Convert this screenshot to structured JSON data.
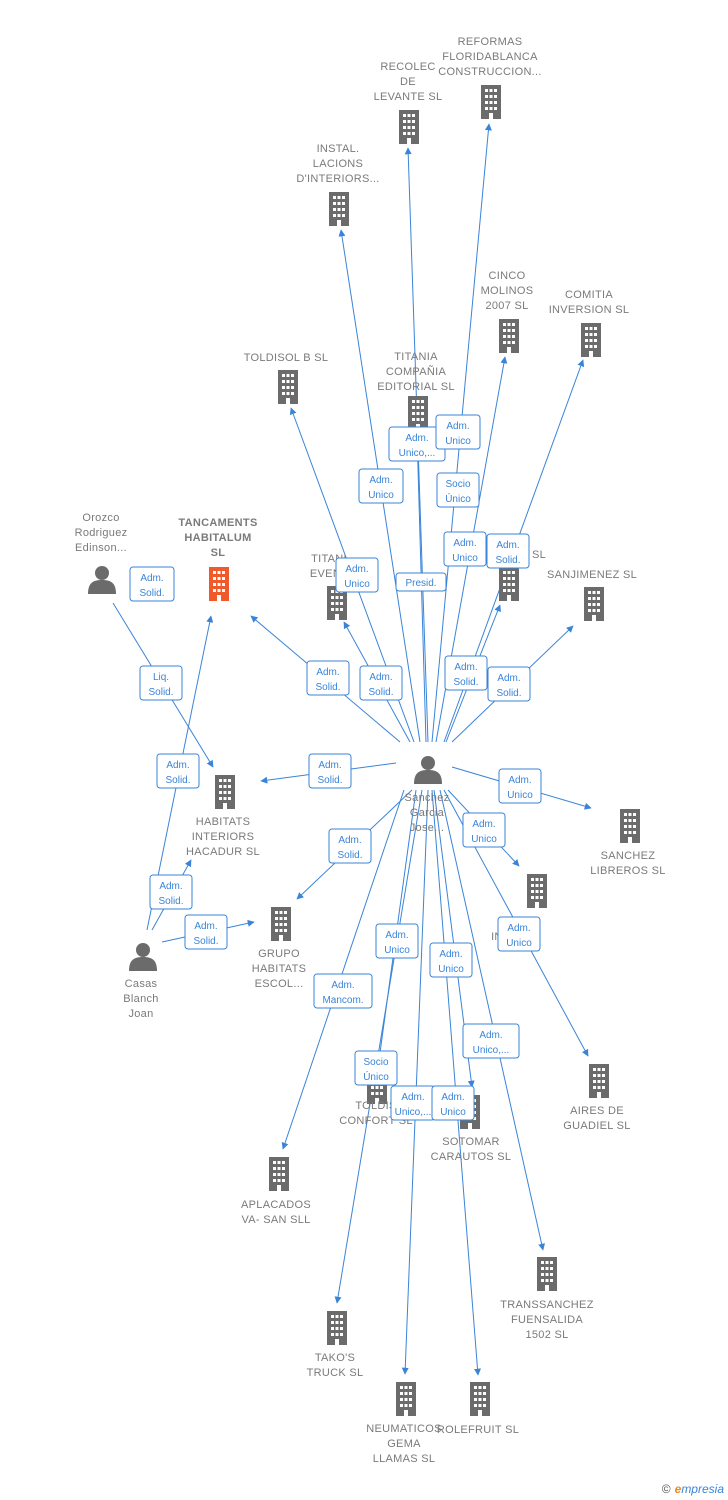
{
  "colors": {
    "edge": "#3a84d8",
    "building": "#6b6b6b",
    "focus_building": "#f2592a",
    "person": "#6b6b6b",
    "label": "#7a7a7a"
  },
  "nodes": [
    {
      "id": "tancaments",
      "type": "company",
      "focus": true,
      "label": [
        "TANCAMENTS",
        "HABITALUM",
        "SL"
      ]
    },
    {
      "id": "sanchez_garcia",
      "type": "person",
      "label": [
        "Sanchez",
        "Garcia",
        "Jose..."
      ]
    },
    {
      "id": "orozco",
      "type": "person",
      "label": [
        "Orozco",
        "Rodriguez",
        "Edinson..."
      ]
    },
    {
      "id": "casas",
      "type": "person",
      "label": [
        "Casas",
        "Blanch",
        "Joan"
      ]
    },
    {
      "id": "reformas",
      "type": "company",
      "label": [
        "REFORMAS",
        "FLORIDABLANCA",
        "CONSTRUCCION..."
      ]
    },
    {
      "id": "recolec",
      "type": "company",
      "label": [
        "RECOLEC",
        "DE",
        "LEVANTE  SL"
      ]
    },
    {
      "id": "instal",
      "type": "company",
      "label": [
        "INSTAL.",
        "LACIONS",
        "D'INTERIORS..."
      ]
    },
    {
      "id": "cinco",
      "type": "company",
      "label": [
        "CINCO",
        "MOLINOS",
        "2007 SL"
      ]
    },
    {
      "id": "comitia",
      "type": "company",
      "label": [
        "COMITIA",
        "INVERSION  SL"
      ]
    },
    {
      "id": "toldisol_b",
      "type": "company",
      "label": [
        "TOLDISOL B SL"
      ]
    },
    {
      "id": "titania_ed",
      "type": "company",
      "label": [
        "TITANIA",
        "COMPAÑIA",
        "EDITORIAL SL"
      ]
    },
    {
      "id": "titania_ev",
      "type": "company",
      "label": [
        "TITANI",
        "EVENT"
      ]
    },
    {
      "id": "anon_sl",
      "type": "company",
      "label": [
        "SL"
      ]
    },
    {
      "id": "sanjimenez",
      "type": "company",
      "label": [
        "SANJIMENEZ SL"
      ]
    },
    {
      "id": "habitats_int",
      "type": "company",
      "label": [
        "HABITATS",
        "INTERIORS",
        "HACADUR  SL"
      ]
    },
    {
      "id": "sanchez_lib",
      "type": "company",
      "label": [
        "SANCHEZ",
        "LIBREROS SL"
      ]
    },
    {
      "id": "d_ing",
      "type": "company",
      "label": [
        "D",
        "ING SL"
      ]
    },
    {
      "id": "grupo_hab",
      "type": "company",
      "label": [
        "GRUPO",
        "HABITATS",
        "ESCOL..."
      ]
    },
    {
      "id": "aires",
      "type": "company",
      "label": [
        "AIRES DE",
        "GUADIEL SL"
      ]
    },
    {
      "id": "toldis_confort",
      "type": "company",
      "label": [
        "TOLDIS",
        "CONFORT SL"
      ]
    },
    {
      "id": "sotomar",
      "type": "company",
      "label": [
        "SOTOMAR",
        "CARAUTOS  SL"
      ]
    },
    {
      "id": "aplacados",
      "type": "company",
      "label": [
        "APLACADOS",
        "VA- SAN SLL"
      ]
    },
    {
      "id": "transsanchez",
      "type": "company",
      "label": [
        "TRANSSANCHEZ",
        "FUENSALIDA",
        "1502  SL"
      ]
    },
    {
      "id": "takos",
      "type": "company",
      "label": [
        "TAKO'S",
        "TRUCK  SL"
      ]
    },
    {
      "id": "neumaticos",
      "type": "company",
      "label": [
        "NEUMATICOS",
        "GEMA",
        "LLAMAS SL"
      ]
    },
    {
      "id": "rolefruit",
      "type": "company",
      "label": [
        "ROLEFRUIT  SL"
      ]
    }
  ],
  "edges": [
    {
      "from": "sanchez_garcia",
      "to": "reformas"
    },
    {
      "from": "sanchez_garcia",
      "to": "recolec"
    },
    {
      "from": "sanchez_garcia",
      "to": "instal"
    },
    {
      "from": "sanchez_garcia",
      "to": "cinco"
    },
    {
      "from": "sanchez_garcia",
      "to": "comitia"
    },
    {
      "from": "sanchez_garcia",
      "to": "toldisol_b"
    },
    {
      "from": "sanchez_garcia",
      "to": "titania_ed"
    },
    {
      "from": "sanchez_garcia",
      "to": "titania_ev"
    },
    {
      "from": "sanchez_garcia",
      "to": "anon_sl"
    },
    {
      "from": "sanchez_garcia",
      "to": "sanjimenez"
    },
    {
      "from": "sanchez_garcia",
      "to": "tancaments"
    },
    {
      "from": "sanchez_garcia",
      "to": "habitats_int"
    },
    {
      "from": "sanchez_garcia",
      "to": "sanchez_lib"
    },
    {
      "from": "sanchez_garcia",
      "to": "d_ing"
    },
    {
      "from": "sanchez_garcia",
      "to": "grupo_hab"
    },
    {
      "from": "sanchez_garcia",
      "to": "aires"
    },
    {
      "from": "sanchez_garcia",
      "to": "toldis_confort"
    },
    {
      "from": "sanchez_garcia",
      "to": "sotomar"
    },
    {
      "from": "sanchez_garcia",
      "to": "aplacados"
    },
    {
      "from": "sanchez_garcia",
      "to": "transsanchez"
    },
    {
      "from": "sanchez_garcia",
      "to": "takos"
    },
    {
      "from": "sanchez_garcia",
      "to": "neumaticos"
    },
    {
      "from": "sanchez_garcia",
      "to": "rolefruit"
    },
    {
      "from": "orozco",
      "to": "habitats_int"
    },
    {
      "from": "casas",
      "to": "tancaments"
    },
    {
      "from": "casas",
      "to": "habitats_int"
    },
    {
      "from": "casas",
      "to": "grupo_hab"
    }
  ],
  "roles": [
    [
      "Adm.",
      "Solid."
    ],
    [
      "Adm.",
      "Unico,..."
    ],
    [
      "Adm.",
      "Unico"
    ],
    [
      "Adm.",
      "Unico"
    ],
    [
      "Socio",
      "Único"
    ],
    [
      "Adm.",
      "Unico"
    ],
    [
      "Adm.",
      "Solid."
    ],
    [
      "Adm.",
      "Unico"
    ],
    [
      "Presid."
    ],
    [
      "Adm.",
      "Solid."
    ],
    [
      "Adm.",
      "Solid."
    ],
    [
      "Adm.",
      "Solid."
    ],
    [
      "Adm.",
      "Solid."
    ],
    [
      "Liq.",
      "Solid."
    ],
    [
      "Adm.",
      "Solid."
    ],
    [
      "Adm.",
      "Solid."
    ],
    [
      "Adm.",
      "Unico"
    ],
    [
      "Adm.",
      "Unico"
    ],
    [
      "Adm.",
      "Solid."
    ],
    [
      "Adm.",
      "Solid."
    ],
    [
      "Adm.",
      "Solid."
    ],
    [
      "Adm.",
      "Unico"
    ],
    [
      "Adm.",
      "Unico"
    ],
    [
      "Adm.",
      "Unico"
    ],
    [
      "Adm.",
      "Mancom."
    ],
    [
      "Adm.",
      "Unico,..."
    ],
    [
      "Socio",
      "Único"
    ],
    [
      "Adm.",
      "Unico,..."
    ],
    [
      "Adm.",
      "Unico"
    ],
    [
      "Adm.",
      "Solid."
    ]
  ],
  "brand": {
    "copyright": "©",
    "name_first": "e",
    "name_rest": "mpresia"
  }
}
